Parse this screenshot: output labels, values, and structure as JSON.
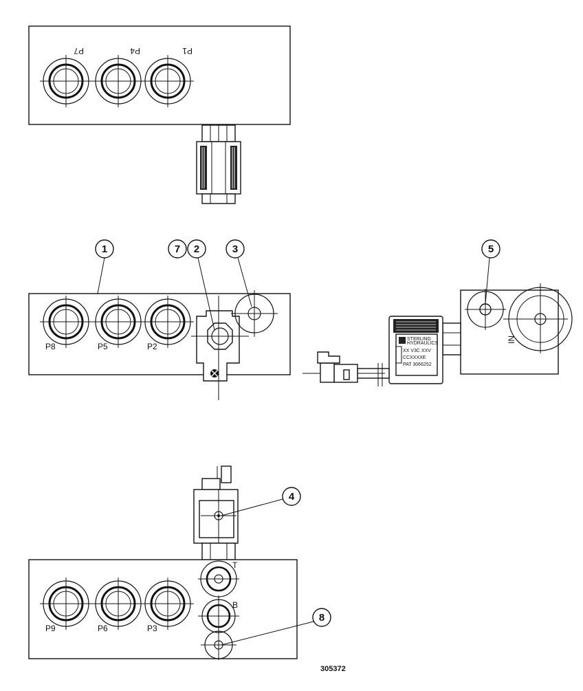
{
  "diagram": {
    "top_ports": [
      "P7",
      "P4",
      "P1"
    ],
    "middle_ports": [
      "P8",
      "P5",
      "P2"
    ],
    "bottom_ports": [
      "P9",
      "P6",
      "P3"
    ],
    "t_port": "T",
    "b_port": "B",
    "in_port": "IN",
    "callouts": [
      "1",
      "2",
      "3",
      "4",
      "5",
      "7",
      "8"
    ],
    "solenoid_labels": [
      "STERLING",
      "HYDRAULICS",
      "XX V3C  XXV",
      "CCXXXXE",
      "PAT 3066252"
    ],
    "drawing_number": "305372"
  }
}
